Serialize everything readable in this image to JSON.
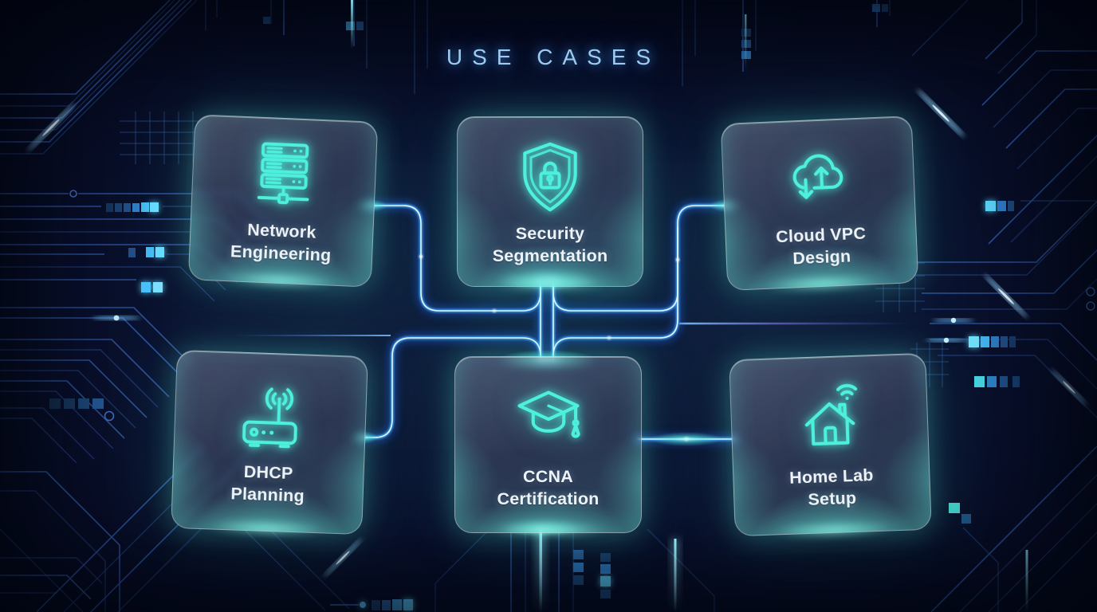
{
  "title": "USE CASES",
  "cards": [
    {
      "id": "network-engineering",
      "icon": "server-stack-icon",
      "lines": [
        "Network",
        "Engineering"
      ]
    },
    {
      "id": "security-segmentation",
      "icon": "shield-lock-icon",
      "lines": [
        "Security",
        "Segmentation"
      ]
    },
    {
      "id": "cloud-vpc-design",
      "icon": "cloud-transfer-icon",
      "lines": [
        "Cloud VPC",
        "Design"
      ]
    },
    {
      "id": "dhcp-planning",
      "icon": "wireless-router-icon",
      "lines": [
        "DHCP",
        "Planning"
      ]
    },
    {
      "id": "ccna-certification",
      "icon": "graduation-cap-icon",
      "lines": [
        "CCNA",
        "Certification"
      ]
    },
    {
      "id": "home-lab-setup",
      "icon": "home-wifi-icon",
      "lines": [
        "Home Lab",
        "Setup"
      ]
    }
  ],
  "colors": {
    "background": "#070c22",
    "circuit_trace": "#2b4f96",
    "neon_blue": "#3fa9f5",
    "neon_cyan": "#4df0dc",
    "title_text": "#9ccbf0",
    "card_text": "#edf3f9"
  }
}
